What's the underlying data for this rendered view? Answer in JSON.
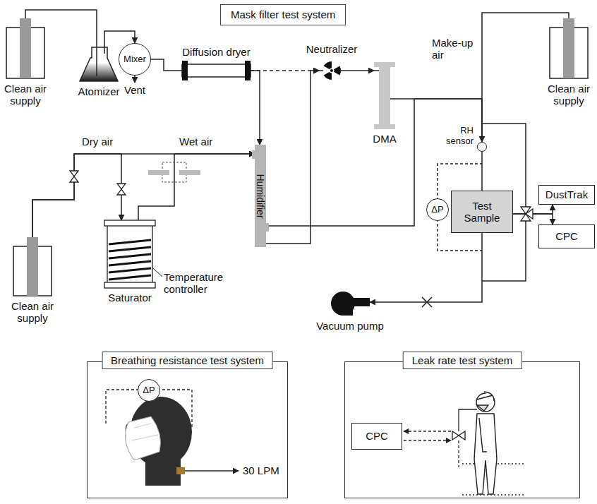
{
  "diagram": {
    "title": "Mask filter test system",
    "nodes": [
      {
        "text": [
          "Clean air supply"
        ]
      },
      {
        "text": [
          "Atomizer"
        ]
      },
      {
        "text": [
          "Mixer"
        ]
      },
      {
        "text": [
          "Diffusion dryer"
        ]
      },
      {
        "text": [
          "Neutralizer"
        ]
      },
      {
        "text": [
          "DMA"
        ]
      },
      {
        "text": [
          "Clean air supply"
        ]
      },
      {
        "text": [
          "Humidifier"
        ]
      },
      {
        "text": [
          "Saturator"
        ]
      },
      {
        "text": [
          "Clean air supply"
        ]
      },
      {
        "text": [
          "RH sensor"
        ]
      },
      {
        "text": [
          "ΔP"
        ]
      },
      {
        "text": [
          "Test Sample"
        ]
      },
      {
        "text": [
          "DustTrak"
        ]
      },
      {
        "text": [
          "CPC"
        ]
      },
      {
        "text": [
          "Vacuum pump"
        ]
      },
      {
        "text": [
          "Breathing resistance test system"
        ]
      },
      {
        "text": [
          "ΔP"
        ],
        "in": 16
      },
      {
        "text": [
          "Leak rate test system"
        ]
      },
      {
        "text": [
          "CPC"
        ],
        "in": 18
      }
    ],
    "edges": [
      {
        "from": 0,
        "to": 1,
        "arrow": "none"
      },
      {
        "from": 1,
        "to": 2,
        "arrow": "to"
      },
      {
        "from": 2,
        "to": 3,
        "arrow": "none"
      },
      {
        "from": 3,
        "to": 4,
        "arrow": "to"
      },
      {
        "from": 3,
        "to": 7,
        "arrow": "to"
      },
      {
        "from": 7,
        "to": 4,
        "arrow": "to"
      },
      {
        "from": 4,
        "to": 5,
        "arrow": "to"
      },
      {
        "from": 5,
        "to": 10,
        "arrow": "none"
      },
      {
        "from": 6,
        "to": 10,
        "arrow": "to"
      },
      {
        "from": 7,
        "to": 10,
        "arrow": "none"
      },
      {
        "from": 9,
        "to": 7,
        "arrow": "to"
      },
      {
        "from": 9,
        "to": 8,
        "arrow": "to"
      },
      {
        "from": 8,
        "to": 7,
        "arrow": "to"
      },
      {
        "from": 10,
        "to": 12,
        "arrow": "none"
      },
      {
        "from": 12,
        "to": 13,
        "arrow": "to"
      },
      {
        "from": 12,
        "to": 14,
        "arrow": "to"
      },
      {
        "from": 12,
        "to": 15,
        "arrow": "to"
      }
    ],
    "labels": [
      "Vent",
      "Make-up air",
      "Dry air",
      "Wet air",
      "Temperature controller",
      "30 LPM"
    ]
  }
}
